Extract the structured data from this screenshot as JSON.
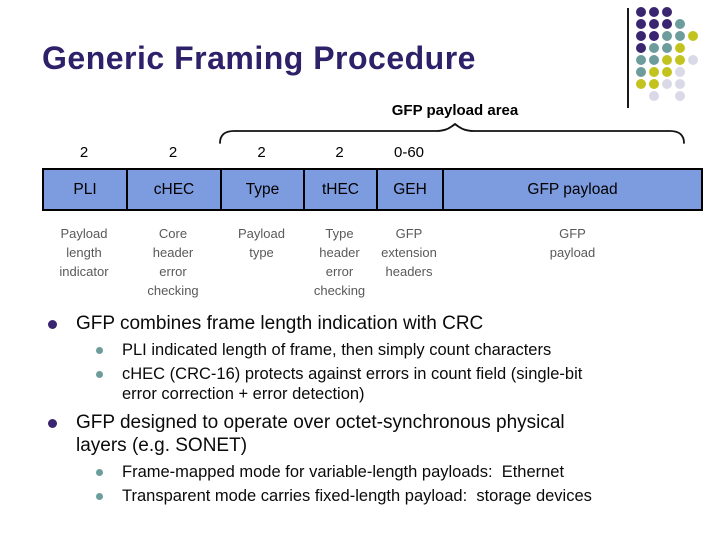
{
  "slide": {
    "title": "Generic Framing Procedure"
  },
  "diagram": {
    "area_label": "GFP payload area",
    "sizes": [
      "2",
      "2",
      "2",
      "2",
      "0-60",
      ""
    ],
    "cells": [
      {
        "label": "PLI",
        "desc": "Payload\nlength\nindicator"
      },
      {
        "label": "cHEC",
        "desc": "Core\nheader\nerror\nchecking"
      },
      {
        "label": "Type",
        "desc": "Payload\ntype"
      },
      {
        "label": "tHEC",
        "desc": "Type\nheader\nerror\nchecking"
      },
      {
        "label": "GEH",
        "desc": "GFP\nextension\nheaders"
      },
      {
        "label": "GFP payload",
        "desc": "GFP\npayload"
      }
    ],
    "cell_fill_color": "#7D9BDF"
  },
  "bullets": {
    "items": [
      {
        "level": 1,
        "text": "GFP combines frame length indication with CRC"
      },
      {
        "level": 2,
        "text": "PLI indicated length of frame, then simply count characters"
      },
      {
        "level": 2,
        "text": "cHEC (CRC-16) protects against errors in count field (single-bit\nerror correction + error detection)"
      },
      {
        "level": 1,
        "text": "GFP designed to operate over octet-synchronous physical\nlayers (e.g. SONET)"
      },
      {
        "level": 2,
        "text": "Frame-mapped mode for variable-length payloads:  Ethernet"
      },
      {
        "level": 2,
        "text": "Transparent mode carries fixed-length payload:  storage devices"
      }
    ],
    "level1_bullet_color": "#3A2570",
    "level2_bullet_color": "#6D9C9C"
  },
  "decoration": {
    "title_color": "#2E2169",
    "desc_text_color": "#595959",
    "dot_colors": {
      "P": "#3A2570",
      "T": "#6D9C9C",
      "Y": "#C3C31F",
      "G": "#D9D9E8"
    },
    "dot_rows": [
      [
        "P",
        "P",
        "P",
        "",
        ""
      ],
      [
        "P",
        "P",
        "P",
        "T",
        ""
      ],
      [
        "P",
        "P",
        "T",
        "T",
        "Y"
      ],
      [
        "P",
        "T",
        "T",
        "Y",
        ""
      ],
      [
        "T",
        "T",
        "Y",
        "Y",
        "G"
      ],
      [
        "T",
        "Y",
        "Y",
        "G",
        ""
      ],
      [
        "Y",
        "Y",
        "G",
        "G",
        ""
      ],
      [
        "",
        "G",
        "",
        "G",
        ""
      ]
    ]
  }
}
